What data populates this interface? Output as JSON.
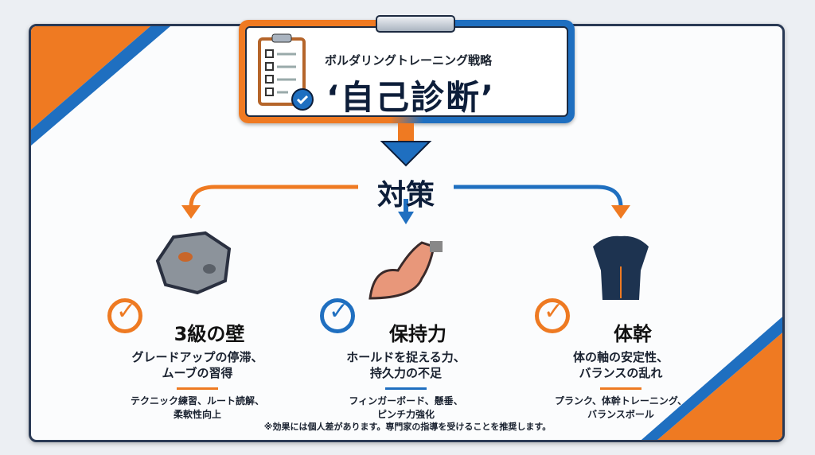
{
  "header": {
    "subtitle": "ボルダリングトレーニング戦略",
    "title": "‘自己診断’"
  },
  "center_label": "対策",
  "columns": [
    {
      "title": "3級の壁",
      "problem": [
        "グレードアップの停滞、",
        "ムーブの習得"
      ],
      "solutions": [
        "テクニック練習、ルート読解、",
        "柔軟性向上"
      ],
      "accent": "#ee7a22",
      "icon": "rock-icon"
    },
    {
      "title": "保持力",
      "problem": [
        "ホールドを捉える力、",
        "持久力の不足"
      ],
      "solutions": [
        "フィンガーボード、懸垂、",
        "ピンチ力強化"
      ],
      "accent": "#1f6fc0",
      "icon": "flexed-arm-icon"
    },
    {
      "title": "体幹",
      "problem": [
        "体の軸の安定性、",
        "バランスの乱れ"
      ],
      "solutions": [
        "プランク、体幹トレーニング、",
        "バランスボール"
      ],
      "accent": "#ee7a22",
      "icon": "torso-icon"
    }
  ],
  "footnote": "※効果には個人差があります。専門家の指導を受けることを推奨します。"
}
